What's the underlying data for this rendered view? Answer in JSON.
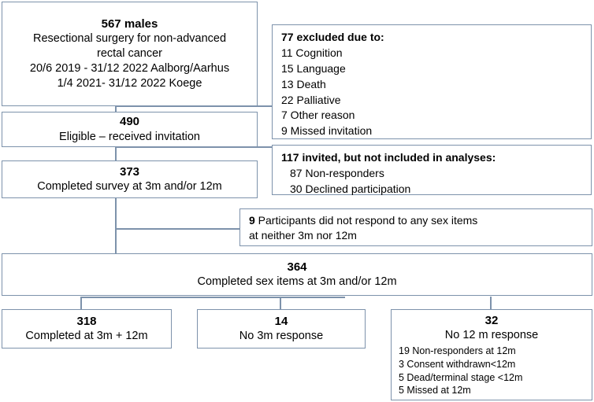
{
  "diagram": {
    "type": "participant-flow-chart",
    "border_color": "#7D92AB",
    "background": "#FFFFFF",
    "nodes": {
      "enrolled": {
        "count": "567 males",
        "line1": "Resectional surgery for non-advanced",
        "line2": "rectal cancer",
        "line3": "20/6 2019 - 31/12 2022 Aalborg/Aarhus",
        "line4": "1/4 2021- 31/12 2022 Koege"
      },
      "excluded": {
        "header": "77 excluded due to:",
        "items": [
          "11 Cognition",
          "15 Language",
          "13 Death",
          "22 Palliative",
          "7 Other reason",
          "9 Missed invitation"
        ]
      },
      "eligible": {
        "count": "490",
        "label": "Eligible – received invitation"
      },
      "not_included": {
        "header": "117 invited, but not included in analyses:",
        "items": [
          "87 Non-responders",
          "30 Declined participation"
        ]
      },
      "completed_survey": {
        "count": "373",
        "label": "Completed survey at 3m and/or 12m"
      },
      "no_sex_items": {
        "count": "9",
        "line1": " Participants did not respond to any sex items",
        "line2": "at neither 3m nor 12m"
      },
      "completed_sex_items": {
        "count": "364",
        "label": "Completed sex items at 3m and/or 12m"
      },
      "completed_both": {
        "count": "318",
        "label": "Completed at 3m + 12m"
      },
      "no_3m": {
        "count": "14",
        "label": "No 3m response"
      },
      "no_12m": {
        "count": "32",
        "label": "No 12 m response",
        "items": [
          "19 Non-responders at 12m",
          "3 Consent withdrawn<12m",
          "5 Dead/terminal stage <12m",
          "5  Missed at 12m"
        ]
      }
    }
  }
}
